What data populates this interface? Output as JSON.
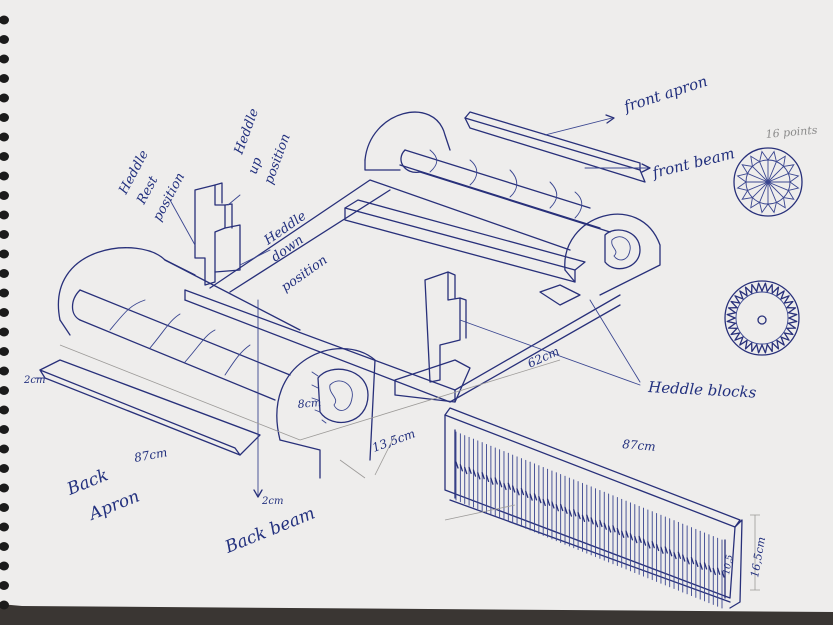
{
  "colors": {
    "paper": "#eeedec",
    "ink": "#28307a",
    "pencil": "#9c9a98",
    "binding": "#1b1b1b"
  },
  "labels": {
    "heddle_rest": [
      "Heddle",
      "Rest",
      "position"
    ],
    "heddle_up": [
      "Heddle",
      "up",
      "position"
    ],
    "heddle_down": [
      "Heddle",
      "down",
      "position"
    ],
    "front_apron": "front apron",
    "front_beam": "front beam",
    "heddle_blocks": "Heddle blocks",
    "back_apron": [
      "Back",
      "Apron"
    ],
    "back_beam": "Back beam",
    "gear_note": "16 points"
  },
  "dimensions": {
    "back_width": "87cm",
    "depth": "62cm",
    "side_height": "8cm",
    "side_width": "13,5cm",
    "beam_offset_back": "2cm",
    "beam_offset_left": "2cm",
    "heddle_width": "87cm",
    "heddle_inner_height": "10,5",
    "heddle_height": "16,5cm"
  }
}
